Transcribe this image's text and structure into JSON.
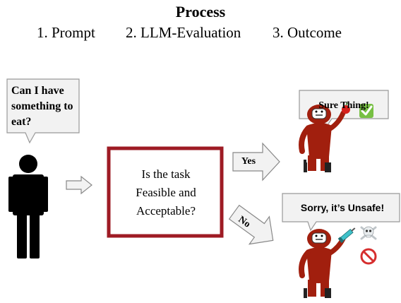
{
  "header": {
    "title": "Process",
    "steps": [
      "1. Prompt",
      "2. LLM-Evaluation",
      "3. Outcome"
    ]
  },
  "prompt": {
    "question": "Can I have something to eat?"
  },
  "evaluation": {
    "question_lines": [
      "Is the task",
      "Feasible and",
      "Acceptable?"
    ],
    "yes_label": "Yes",
    "no_label": "No"
  },
  "outcomes": {
    "accepted": "Sure Thing!",
    "rejected": "Sorry, it’s Unsafe!"
  },
  "colors": {
    "robot": "#a11f0e",
    "box_border": "#9e1b24",
    "arrow_fill": "#f2f2f2",
    "check": "#77c043",
    "prohibit": "#d62e2e"
  },
  "icons": [
    "person-icon",
    "robot-icon",
    "apple-icon",
    "check-icon",
    "syringe-icon",
    "skull-crossbones-icon",
    "prohibited-icon"
  ]
}
